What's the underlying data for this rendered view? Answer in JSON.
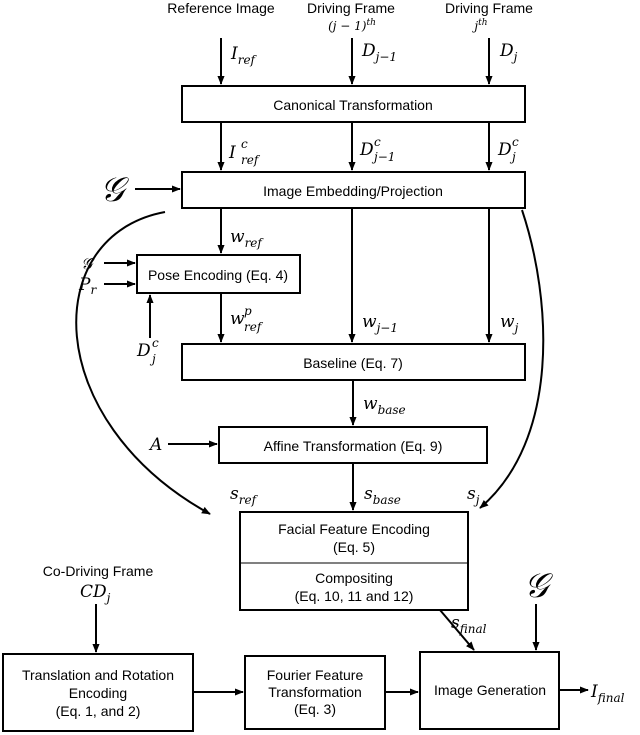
{
  "inputs": {
    "reference_image": "Reference Image",
    "driving_frame_prev": "Driving Frame",
    "driving_frame_prev_index": "(j − 1)",
    "driving_frame_prev_index_sup": "th",
    "driving_frame_cur": "Driving Frame",
    "driving_frame_cur_index": "j",
    "driving_frame_cur_index_sup": "th",
    "co_driving_frame": "Co-Driving Frame"
  },
  "boxes": {
    "canonical": "Canonical Transformation",
    "embedding": "Image Embedding/Projection",
    "pose": "Pose Encoding (Eq. 4)",
    "baseline": "Baseline (Eq. 7)",
    "affine": "Affine Transformation (Eq. 9)",
    "facial_line1": "Facial Feature Encoding",
    "facial_line2": "(Eq. 5)",
    "compositing_line1": "Compositing",
    "compositing_line2": "(Eq. 10, 11 and 12)",
    "translation_line1": "Translation and Rotation",
    "translation_line2": "Encoding",
    "translation_line3": "(Eq. 1, and 2)",
    "fourier_line1": "Fourier Feature",
    "fourier_line2": "Transformation",
    "fourier_line3": "(Eq. 3)",
    "generation": "Image Generation"
  },
  "symbols": {
    "I_ref": {
      "base": "I",
      "sub": "ref",
      "sup": ""
    },
    "D_jm1": {
      "base": "D",
      "sub": "j−1",
      "sup": ""
    },
    "D_j": {
      "base": "D",
      "sub": "j",
      "sup": ""
    },
    "I_ref_c": {
      "base": "I",
      "sub": "ref",
      "sup": "c"
    },
    "D_jm1_c": {
      "base": "D",
      "sub": "j−1",
      "sup": "c"
    },
    "D_j_c": {
      "base": "D",
      "sub": "j",
      "sup": "c"
    },
    "G_main": {
      "base": "𝒢"
    },
    "w_ref": {
      "base": "w",
      "sub": "ref",
      "sup": ""
    },
    "G_pose": {
      "base": "𝒢"
    },
    "P_r": {
      "base": "P",
      "sub": "r",
      "sup": ""
    },
    "D_j_c_pose": {
      "base": "D",
      "sub": "j",
      "sup": "c"
    },
    "w_ref_p": {
      "base": "w",
      "sub": "ref",
      "sup": "p"
    },
    "w_jm1": {
      "base": "w",
      "sub": "j−1",
      "sup": ""
    },
    "w_j": {
      "base": "w",
      "sub": "j",
      "sup": ""
    },
    "w_base": {
      "base": "w",
      "sub": "base",
      "sup": ""
    },
    "A": {
      "base": "A"
    },
    "s_ref": {
      "base": "s",
      "sub": "ref",
      "sup": ""
    },
    "s_base": {
      "base": "s",
      "sub": "base",
      "sup": ""
    },
    "s_j": {
      "base": "s",
      "sub": "j",
      "sup": ""
    },
    "CD_j": {
      "base": "CD",
      "sub": "j",
      "sup": ""
    },
    "s_final": {
      "base": "s",
      "sub": "final",
      "sup": ""
    },
    "G_gen": {
      "base": "𝒢"
    },
    "I_final": {
      "base": "I",
      "sub": "final",
      "sup": ""
    }
  }
}
